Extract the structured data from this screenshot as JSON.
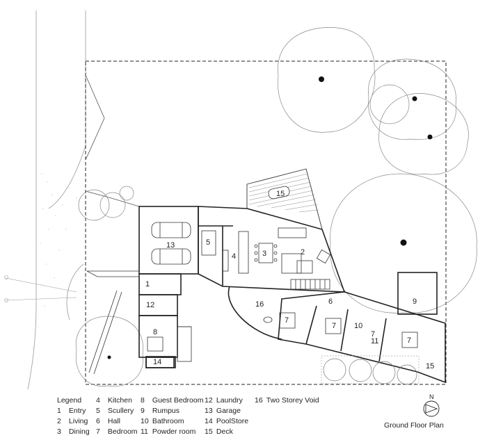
{
  "legend": {
    "title": "Legend",
    "items": [
      {
        "num": "1",
        "label": "Entry"
      },
      {
        "num": "2",
        "label": "Living"
      },
      {
        "num": "3",
        "label": "Dining"
      },
      {
        "num": "4",
        "label": "Kitchen"
      },
      {
        "num": "5",
        "label": "Scullery"
      },
      {
        "num": "6",
        "label": "Hall"
      },
      {
        "num": "7",
        "label": "Bedroom"
      },
      {
        "num": "8",
        "label": "Guest Bedroom"
      },
      {
        "num": "9",
        "label": "Rumpus"
      },
      {
        "num": "10",
        "label": "Bathroom"
      },
      {
        "num": "11",
        "label": "Powder room"
      },
      {
        "num": "12",
        "label": "Laundry"
      },
      {
        "num": "13",
        "label": "Garage"
      },
      {
        "num": "14",
        "label": "PoolStore"
      },
      {
        "num": "15",
        "label": "Deck"
      },
      {
        "num": "16",
        "label": "Two Storey Void"
      }
    ]
  },
  "plan_labels": [
    "1",
    "2",
    "3",
    "4",
    "5",
    "6",
    "7",
    "7",
    "7",
    "7",
    "8",
    "9",
    "10",
    "11",
    "12",
    "13",
    "14",
    "15",
    "15",
    "16"
  ],
  "north_label": "N",
  "caption": "Ground Floor Plan"
}
